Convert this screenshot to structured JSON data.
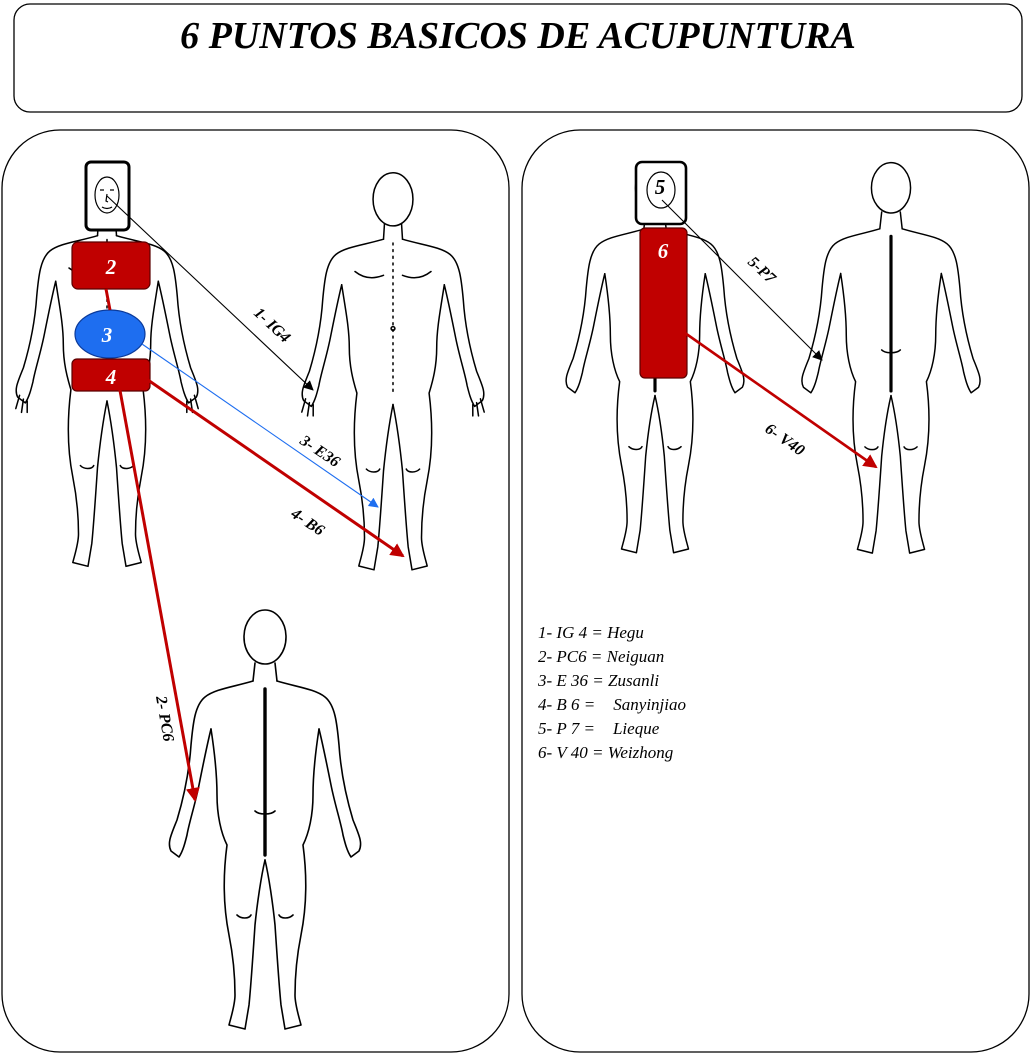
{
  "title": "6 PUNTOS BASICOS DE ACUPUNTURA",
  "markers": [
    {
      "id": "1",
      "label": ""
    },
    {
      "id": "2",
      "label": "2"
    },
    {
      "id": "3",
      "label": "3"
    },
    {
      "id": "4",
      "label": "4"
    },
    {
      "id": "5",
      "label": "5"
    },
    {
      "id": "6",
      "label": "6"
    }
  ],
  "arrows": {
    "a1": "1- IG4",
    "a2": "2- PC6",
    "a3": "3- E36",
    "a4": "4- B6",
    "a5": "5-P7",
    "a6": "6- V40"
  },
  "legend": [
    {
      "code": "1- IG  4 =",
      "name": "Hegu"
    },
    {
      "code": "2- PC6  =",
      "name": "Neiguan"
    },
    {
      "code": "3- E 36 =",
      "name": "Zusanli"
    },
    {
      "code": "4- B 6 =",
      "name": "Sanyinjiao"
    },
    {
      "code": "5- P 7 =",
      "name": "Lieque"
    },
    {
      "code": "6- V 40 =",
      "name": "Weizhong"
    }
  ],
  "colors": {
    "red": "#c00000",
    "dark_red": "#5a0000",
    "blue": "#1e6ef0",
    "black": "#000000"
  }
}
